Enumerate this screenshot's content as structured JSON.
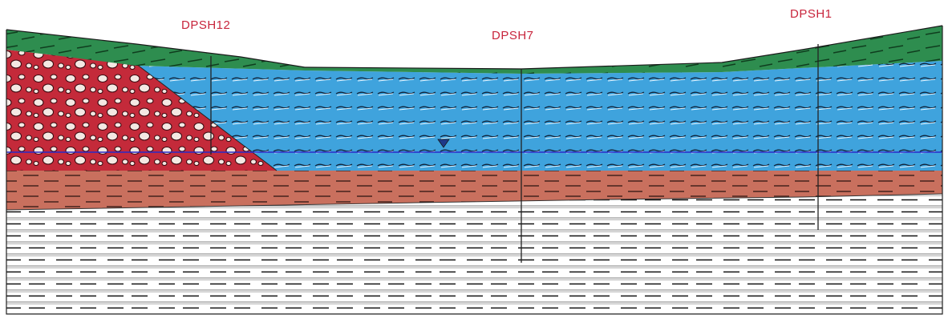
{
  "boreholes": [
    {
      "id": "dpsh12",
      "label": "DPSH12"
    },
    {
      "id": "dpsh7",
      "label": "DPSH7"
    },
    {
      "id": "dpsh1",
      "label": "DPSH1"
    }
  ],
  "colors": {
    "label": "#c8253c",
    "topsoil": "#2e8d4f",
    "clay_blue": "#3fa3dd",
    "gravel": "#c42a3a",
    "silt_brown": "#c9705e",
    "bedrock_white": "#ffffff",
    "water_table": "#2a2ac8",
    "borehole_line": "#222222"
  },
  "legend_icons": {
    "water_table_marker": "inverted-triangle-icon"
  }
}
